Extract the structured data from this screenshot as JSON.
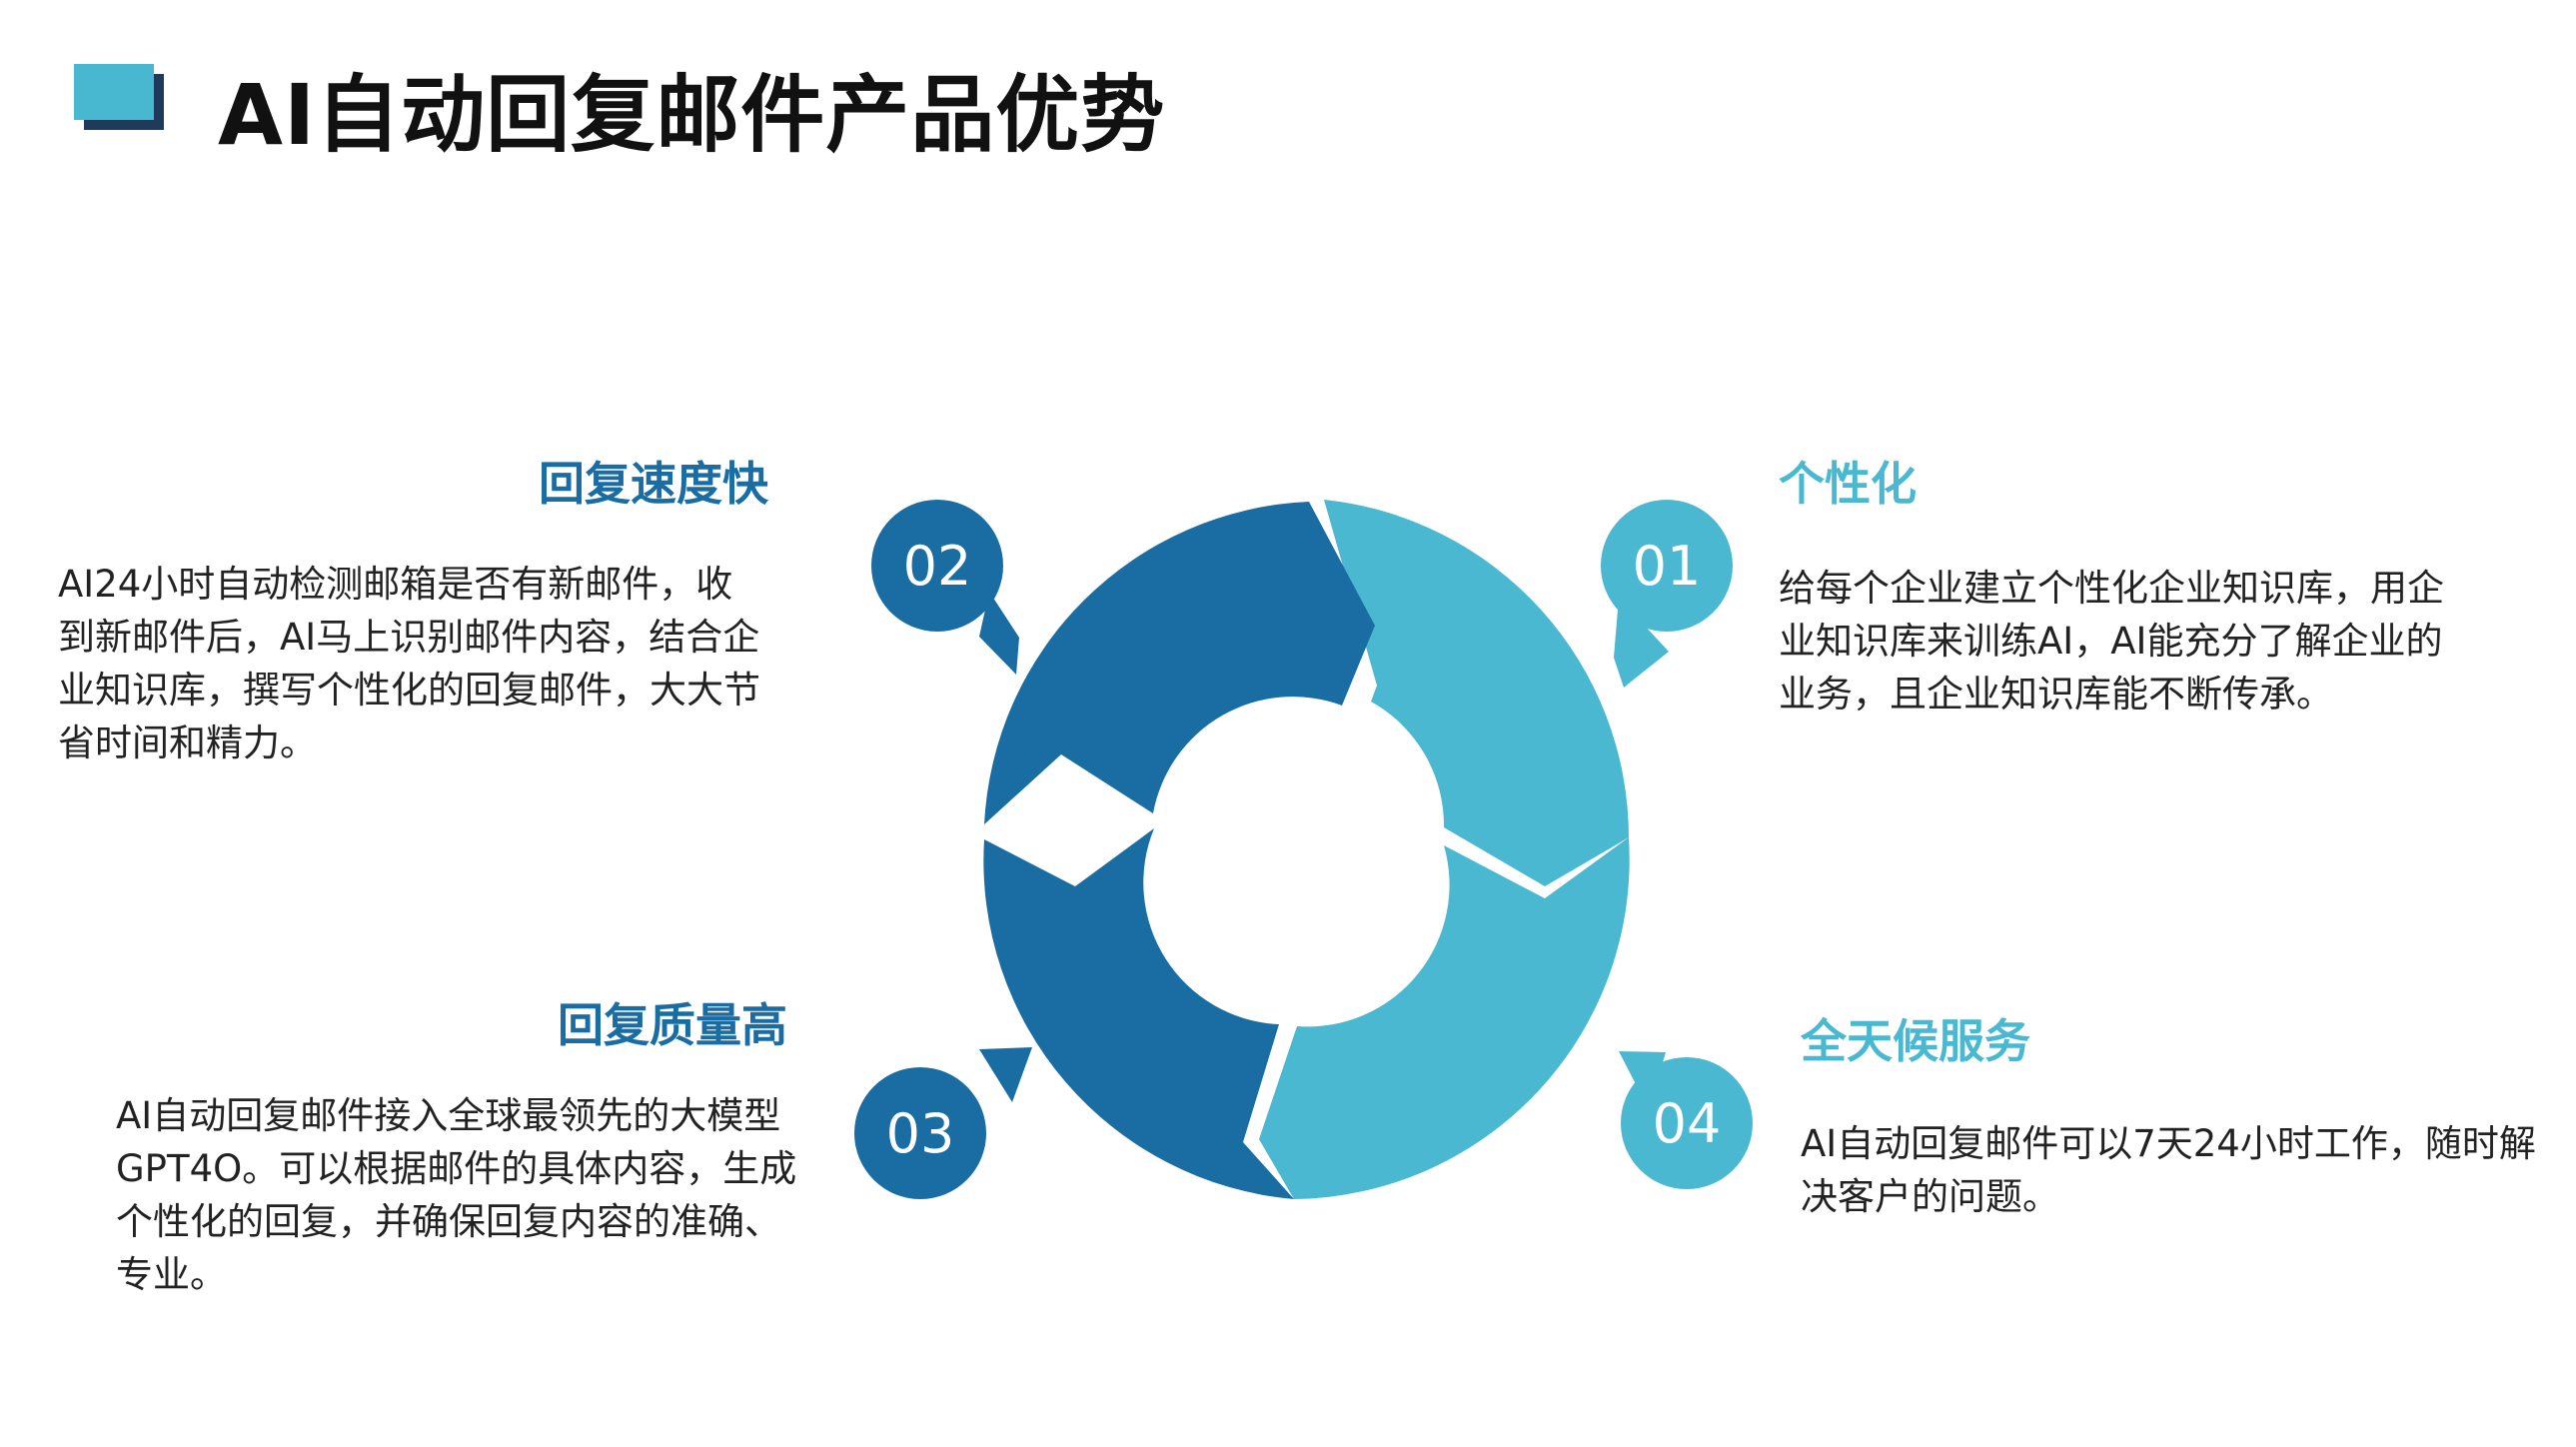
{
  "title": "AI自动回复邮件产品优势",
  "colors": {
    "dark": "#1a6da3",
    "light": "#4ab8d0",
    "title_mark_back": "#1f3a5a"
  },
  "items": [
    {
      "number": "01",
      "heading": "个性化",
      "text": "给每个企业建立个性化企业知识库，用企业知识库来训练AI，AI能充分了解企业的业务，且企业知识库能不断传承。",
      "color": "light"
    },
    {
      "number": "02",
      "heading": "回复速度快",
      "text": "AI24小时自动检测邮箱是否有新邮件，收到新邮件后，AI马上识别邮件内容，结合企业知识库，撰写个性化的回复邮件，大大节省时间和精力。",
      "color": "dark"
    },
    {
      "number": "03",
      "heading": "回复质量高",
      "text": "AI自动回复邮件接入全球最领先的大模型GPT4O。可以根据邮件的具体内容，生成个性化的回复，并确保回复内容的准确、专业。",
      "color": "dark"
    },
    {
      "number": "04",
      "heading": "全天候服务",
      "text": "AI自动回复邮件可以7天24小时工作，随时解决客户的问题。",
      "color": "light"
    }
  ]
}
